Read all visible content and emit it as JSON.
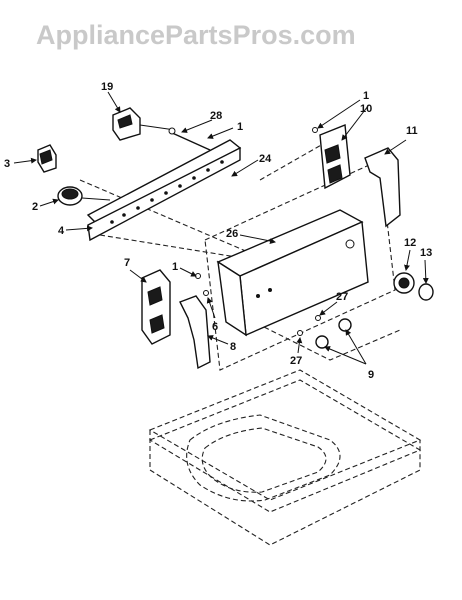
{
  "watermark": "AppliancePartsPros.com",
  "callouts": {
    "c1a": "1",
    "c10": "10",
    "c11": "11",
    "c19": "19",
    "c28": "28",
    "c1b": "1",
    "c24": "24",
    "c3": "3",
    "c2": "2",
    "c4": "4",
    "c26": "26",
    "c12": "12",
    "c13": "13",
    "c7": "7",
    "c1c": "1",
    "c6": "6",
    "c27a": "27",
    "c8": "8",
    "c27b": "27",
    "c9": "9"
  }
}
